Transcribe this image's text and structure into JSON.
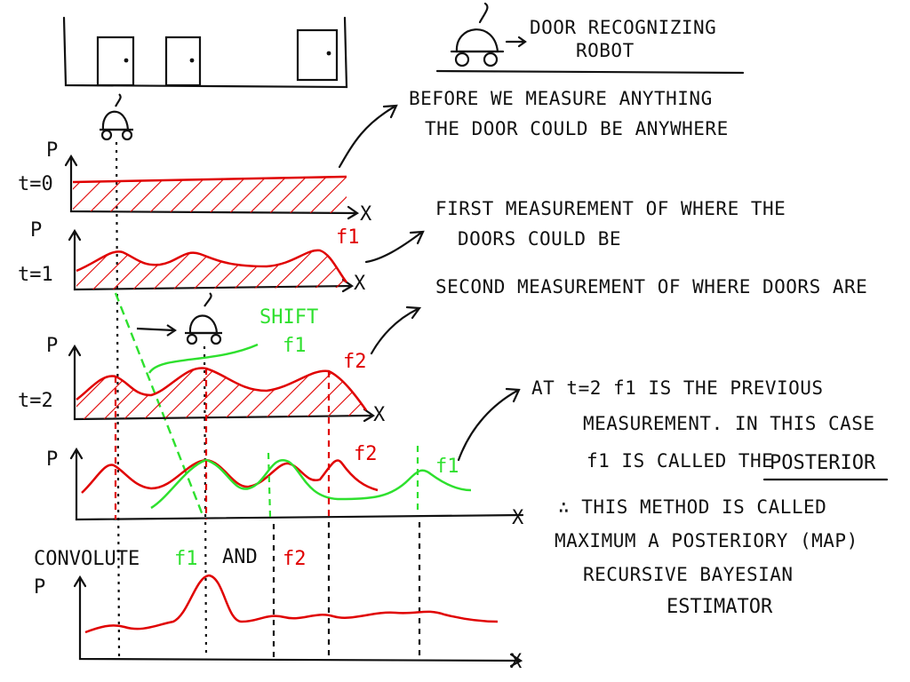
{
  "colors": {
    "ink": "#111111",
    "red": "#e00000",
    "green": "#2ee02e"
  },
  "labels": {
    "robot_caption_1": "DOOR RECOGNIZING",
    "robot_caption_2": "ROBOT",
    "note1_line1": "BEFORE WE MEASURE ANYTHING",
    "note1_line2": "THE DOOR COULD BE ANYWHERE",
    "note2_line1": "FIRST MEASUREMENT OF WHERE THE",
    "note2_line2": "DOORS COULD BE",
    "note3_line1": "SECOND MEASUREMENT OF WHERE DOORS ARE",
    "note4_line1": "AT t=2  f1 IS THE PREVIOUS",
    "note4_line2": "MEASUREMENT. IN THIS CASE",
    "note4_line3": "f1 IS CALLED THE",
    "posterior": "POSTERIOR",
    "note5_line1": "∴ THIS METHOD IS CALLED",
    "note5_line2": "MAXIMUM A POSTERIORY (MAP)",
    "note5_line3": "RECURSIVE BAYESIAN",
    "note5_line4": "ESTIMATOR",
    "shift": "SHIFT",
    "f1": "f1",
    "f2": "f2",
    "convolute": "CONVOLUTE",
    "and": "AND",
    "p": "P",
    "x": "X",
    "t0": "t=0",
    "t1": "t=1",
    "t2": "t=2"
  }
}
